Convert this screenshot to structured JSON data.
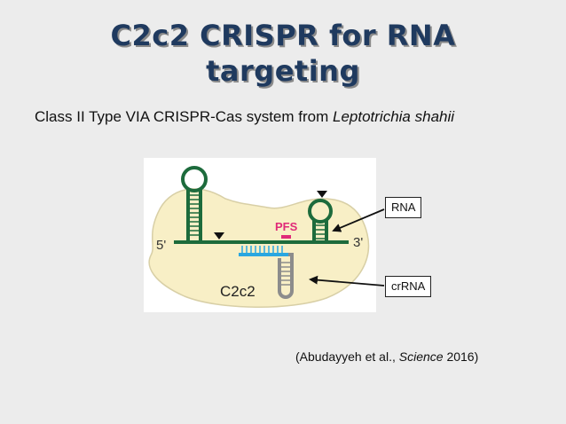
{
  "title": {
    "line1": "C2c2 CRISPR for RNA",
    "line2": "targeting"
  },
  "subtitle": {
    "prefix": "Class II Type VIA CRISPR-Cas system from ",
    "species": "Leptotrichia shahii"
  },
  "diagram": {
    "five_prime": "5'",
    "three_prime": "3'",
    "pfs": "PFS",
    "protein": "C2c2",
    "colors": {
      "rna": "#1d6b3c",
      "crrna_spacer": "#2aa7e0",
      "crrna_repeat": "#8c8c8c",
      "protein": "#f8efc6",
      "pfs": "#e02a78"
    }
  },
  "callouts": {
    "rna": "RNA",
    "crrna": "crRNA"
  },
  "citation": {
    "prefix": "(Abudayyeh et al., ",
    "journal": "Science",
    "suffix": " 2016)"
  }
}
